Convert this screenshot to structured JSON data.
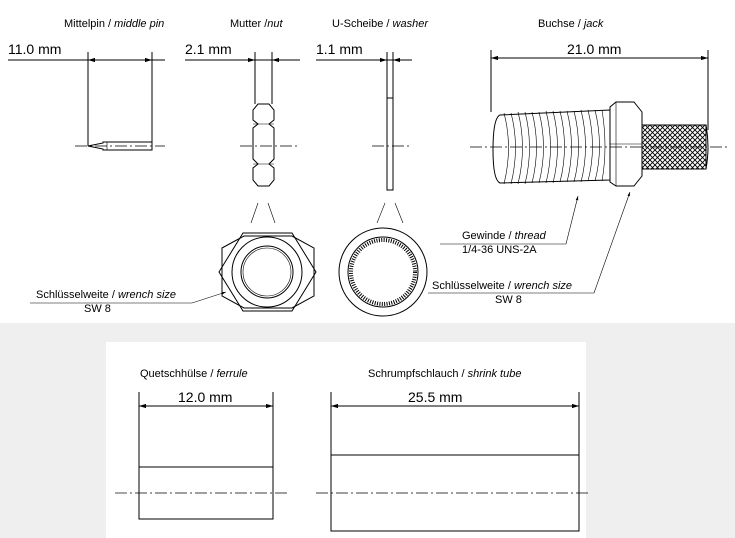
{
  "top": {
    "pin": {
      "label": "Mittelpin / ",
      "label_en": "middle pin",
      "dim": "11.0 mm"
    },
    "nut": {
      "label": "Mutter /",
      "label_en": "nut",
      "dim": "2.1 mm"
    },
    "washer": {
      "label": "U-Scheibe / ",
      "label_en": "washer",
      "dim": "1.1 mm"
    },
    "jack": {
      "label": "Buchse / ",
      "label_en": "jack",
      "dim": "21.0 mm"
    },
    "thread": {
      "label": "Gewinde / ",
      "label_en": "thread",
      "spec": "1/4-36 UNS-2A"
    },
    "wrench_jack": {
      "label": "Schlüsselweite / ",
      "label_en": "wrench size",
      "size": "SW 8"
    },
    "wrench_nut": {
      "label": "Schlüsselweite / ",
      "label_en": "wrench size",
      "size": "SW 8"
    }
  },
  "bottom": {
    "ferrule": {
      "label": "Quetschhülse / ",
      "label_en": "ferrule",
      "dim": "12.0 mm"
    },
    "shrink": {
      "label": "Schrumpfschlauch / ",
      "label_en": "shrink tube",
      "dim": "25.5 mm"
    }
  },
  "colors": {
    "band": "#efefef",
    "panel": "#ffffff",
    "ink": "#000000"
  }
}
